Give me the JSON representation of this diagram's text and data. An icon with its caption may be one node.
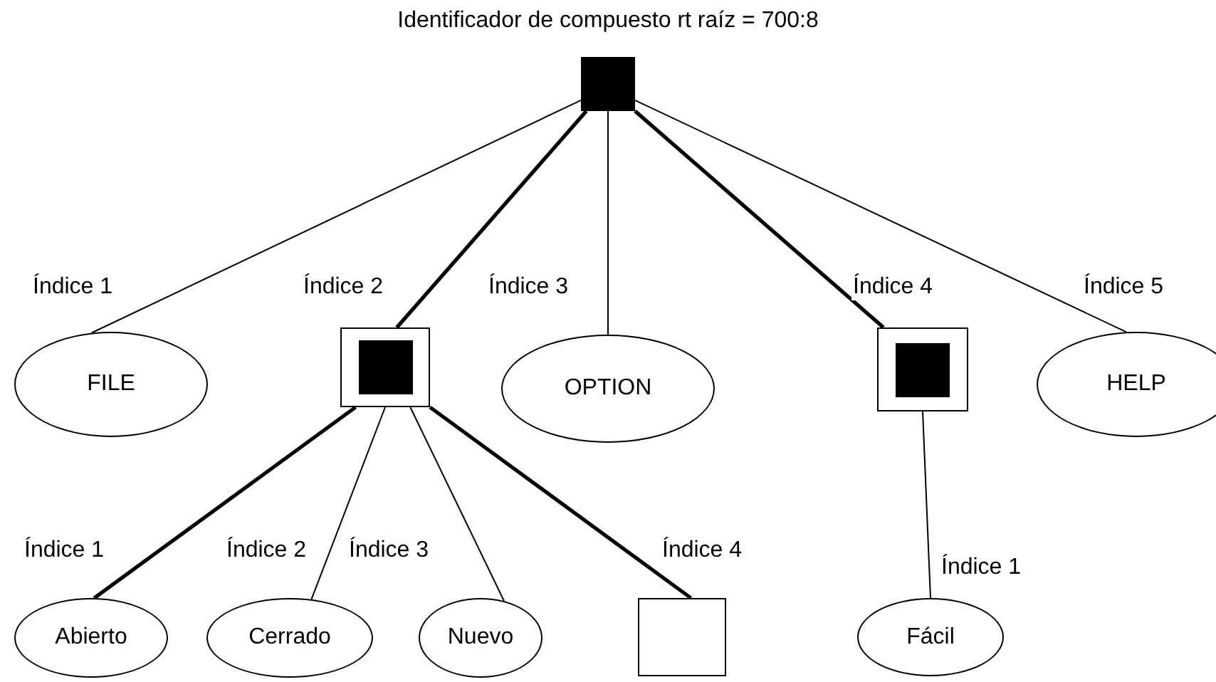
{
  "diagram": {
    "nodes": [
      {
        "text": [],
        "shape": "box",
        "beside": [
          "Identificador de compuesto rt raíz = 700:8"
        ]
      },
      {
        "text": [
          "FILE"
        ]
      },
      {
        "text": [],
        "shape": "box"
      },
      {
        "text": [
          "OPTION"
        ]
      },
      {
        "text": [],
        "shape": "box"
      },
      {
        "text": [
          "HELP"
        ]
      },
      {
        "text": [
          "Abierto"
        ]
      },
      {
        "text": [
          "Cerrado"
        ]
      },
      {
        "text": [
          "Nuevo"
        ]
      },
      {
        "text": [],
        "shape": "box"
      },
      {
        "text": [
          "Fácil"
        ]
      }
    ],
    "edges": [
      {
        "from": 0,
        "to": 1,
        "arrow": "none",
        "label": "Índice 1"
      },
      {
        "from": 0,
        "to": 2,
        "arrow": "none",
        "label": "Índice 2",
        "style": "thick"
      },
      {
        "from": 0,
        "to": 3,
        "arrow": "none",
        "label": "Índice 3"
      },
      {
        "from": 0,
        "to": 4,
        "arrow": "none",
        "label": "Índice 4",
        "style": "thick"
      },
      {
        "from": 0,
        "to": 5,
        "arrow": "none",
        "label": "Índice 5"
      },
      {
        "from": 2,
        "to": 6,
        "arrow": "none",
        "label": "Índice 1",
        "style": "thick"
      },
      {
        "from": 2,
        "to": 7,
        "arrow": "none",
        "label": "Índice 2"
      },
      {
        "from": 2,
        "to": 8,
        "arrow": "none",
        "label": "Índice 3"
      },
      {
        "from": 2,
        "to": 9,
        "arrow": "none",
        "label": "Índice 4",
        "style": "thick"
      },
      {
        "from": 4,
        "to": 10,
        "arrow": "none",
        "label": "Índice 1"
      }
    ]
  }
}
